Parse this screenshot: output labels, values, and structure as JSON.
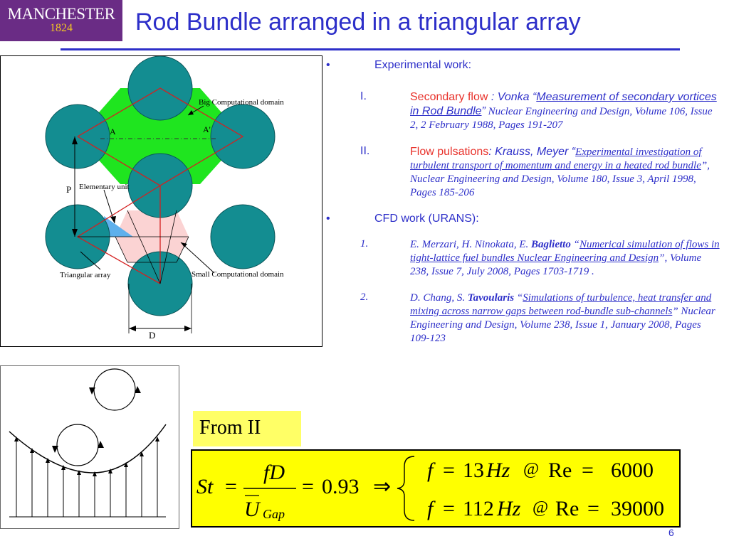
{
  "logo": {
    "name": "MANCHESTER",
    "year": "1824"
  },
  "title": "Rod Bundle arranged in a triangular array",
  "diagram": {
    "big_domain_label": "Big Computational domain",
    "label_a": "A",
    "label_a_prime": "A'",
    "label_p": "P",
    "elementary_unit_label": "Elementary unit",
    "triangular_array_label": "Triangular array",
    "small_domain_label": "Small Computational domain",
    "label_d": "D"
  },
  "bullets": [
    {
      "dot": "•",
      "heading": "Experimental work:",
      "items": [
        {
          "num": "I.",
          "topic": "Secondary flow",
          "sep": " : ",
          "authors": "Vonka ",
          "quote_open": "“",
          "ref_title": "Measurement of secondary vortices in Rod Bundle",
          "quote_close": "”",
          "details": " Nuclear Engineering and Design, Volume 106, Issue 2, 2 February 1988, Pages 191-207"
        },
        {
          "num": "II.",
          "topic": "Flow pulsations",
          "sep": ": ",
          "authors": "Krauss, Meyer ",
          "quote_open": "“",
          "ref_title": "Experimental investigation of turbulent transport of momentum and energy in a heated rod bundle",
          "quote_close": "”",
          "details": ", Nuclear Engineering and Design, Volume 180, Issue 3, April 1998, Pages 185-206"
        }
      ]
    },
    {
      "dot": "•",
      "heading": "CFD work (URANS):",
      "items": [
        {
          "num": "1.",
          "authors_plain": "E. Merzari, H. Ninokata, E. ",
          "authors_bold": "Baglietto",
          "quote_open": " “",
          "ref_title": "Numerical simulation of flows in tight-lattice fuel bundles Nuclear Engineering and Design",
          "quote_close": "”",
          "details": ", Volume 238, Issue 7, July 2008, Pages 1703-1719 ."
        },
        {
          "num": "2.",
          "authors_plain": "D. Chang, S. ",
          "authors_bold": "Tavoularis",
          "quote_open": " “",
          "ref_title": "Simulations of turbulence, heat transfer and mixing across narrow gaps between rod-bundle  sub-channels",
          "quote_close": "”",
          "details": " Nuclear Engineering and Design, Volume 238, Issue 1, January 2008, Pages 109-123"
        }
      ]
    }
  ],
  "from_label": "From II",
  "formula": {
    "lhs": "St",
    "eq": "=",
    "numerator": "fD",
    "denominator_u": "U",
    "denominator_sub": "Gap",
    "eq2": "=",
    "value": "0.93",
    "implies": "⇒",
    "case1_f": "f",
    "case1_eq": "=",
    "case1_freq": "13",
    "case1_unit": "Hz",
    "case1_at": "@",
    "case1_re": "Re",
    "case1_eq2": "=",
    "case1_re_val": "6000",
    "case2_f": "f",
    "case2_eq": "=",
    "case2_freq": "112",
    "case2_unit": "Hz",
    "case2_at": "@",
    "case2_re": "Re",
    "case2_eq2": "=",
    "case2_re_val": "39000"
  },
  "page_number": "6",
  "colors": {
    "brand_purple": "#6a2c85",
    "title_blue": "#2d2fc9",
    "accent_red": "#e8312a",
    "rod_teal": "#138d91",
    "green_domain": "#1fe51f",
    "highlight_yellow": "#ffff00"
  }
}
